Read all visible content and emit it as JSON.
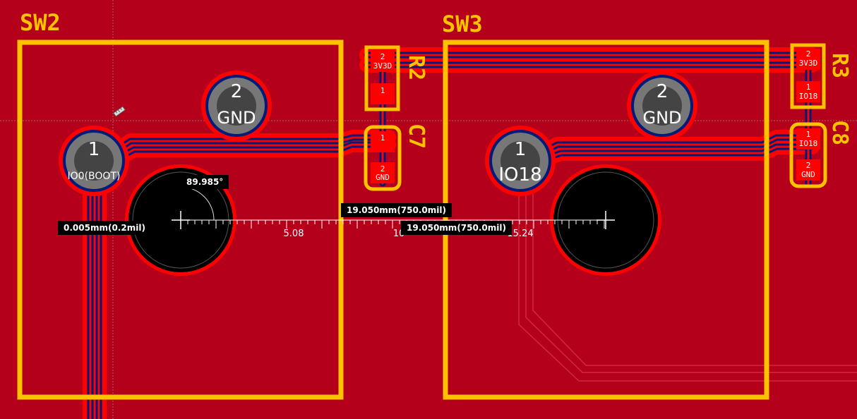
{
  "footprints": [
    {
      "ref": "SW2",
      "pads": [
        {
          "num": "1",
          "net": "IO0(BOOT)"
        },
        {
          "num": "2",
          "net": "GND"
        }
      ]
    },
    {
      "ref": "SW3",
      "pads": [
        {
          "num": "1",
          "net": "IO18"
        },
        {
          "num": "2",
          "net": "GND"
        }
      ]
    },
    {
      "ref": "R2",
      "pads": [
        {
          "num": "2",
          "net": "3V3D"
        },
        {
          "num": "1",
          "net": ""
        }
      ]
    },
    {
      "ref": "C7",
      "pads": [
        {
          "num": "1",
          "net": ""
        },
        {
          "num": "2",
          "net": "GND"
        }
      ]
    },
    {
      "ref": "R3",
      "pads": [
        {
          "num": "2",
          "net": "3V3D"
        },
        {
          "num": "1",
          "net": "IO18"
        }
      ]
    },
    {
      "ref": "C8",
      "pads": [
        {
          "num": "1",
          "net": "IO18"
        },
        {
          "num": "2",
          "net": "GND"
        }
      ]
    }
  ],
  "measure": {
    "angle": "89.985°",
    "offset": "0.005mm(0.2mil)",
    "distance_top": "19.050mm(750.0mil)",
    "distance_bottom": "19.050mm(750.0mil)",
    "ticks": [
      "5.08",
      "10",
      "15.24"
    ]
  },
  "colors": {
    "board": "#b4001a",
    "copper": "#ff0000",
    "track_core": "#001c7a",
    "silk": "#ffc200",
    "pad_ring": "#777777",
    "hole": "#000000"
  },
  "icons": {
    "cursor": "ruler-cursor-icon"
  }
}
